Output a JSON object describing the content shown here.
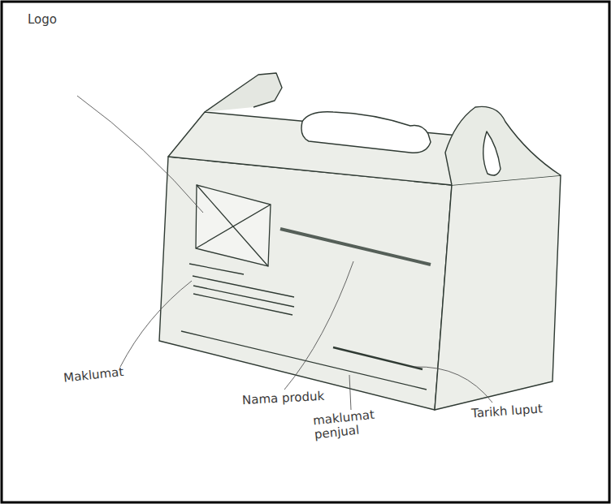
{
  "diagram": {
    "labels": [
      "Logo",
      "Maklumat",
      "Nama produk",
      "maklumat penjual",
      "Tarikh luput"
    ]
  }
}
